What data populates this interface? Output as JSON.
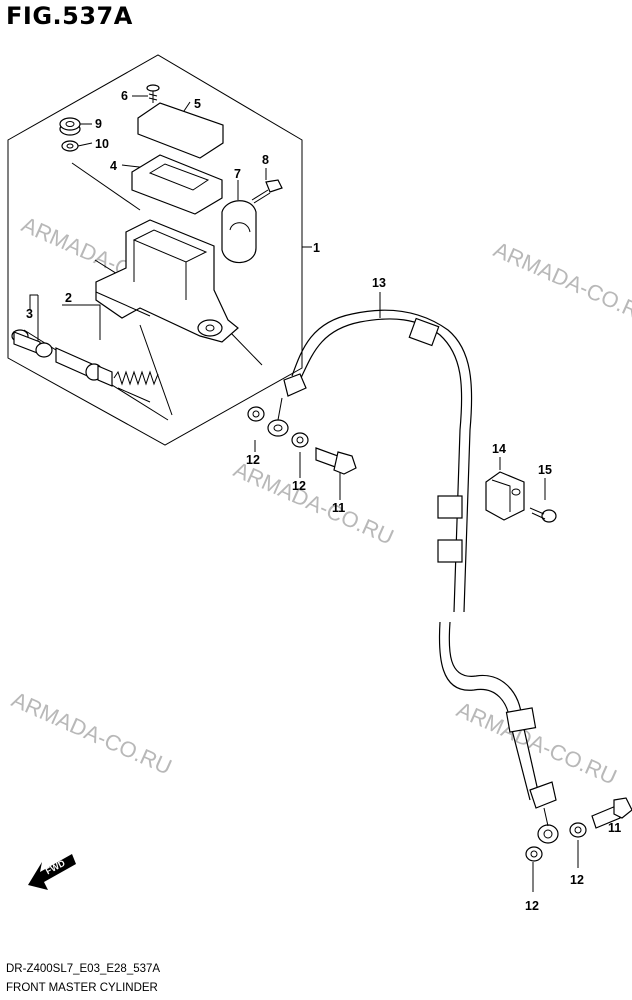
{
  "figure": {
    "title": "FIG.537A",
    "model_code": "DR-Z400SL7_E03_E28_537A",
    "caption": "FRONT MASTER CYLINDER"
  },
  "watermark": "ARMADA-CO.RU",
  "fwd_label": "FWD",
  "callouts": [
    "1",
    "2",
    "3",
    "4",
    "5",
    "6",
    "7",
    "8",
    "9",
    "10",
    "11",
    "12",
    "13",
    "14",
    "15"
  ]
}
